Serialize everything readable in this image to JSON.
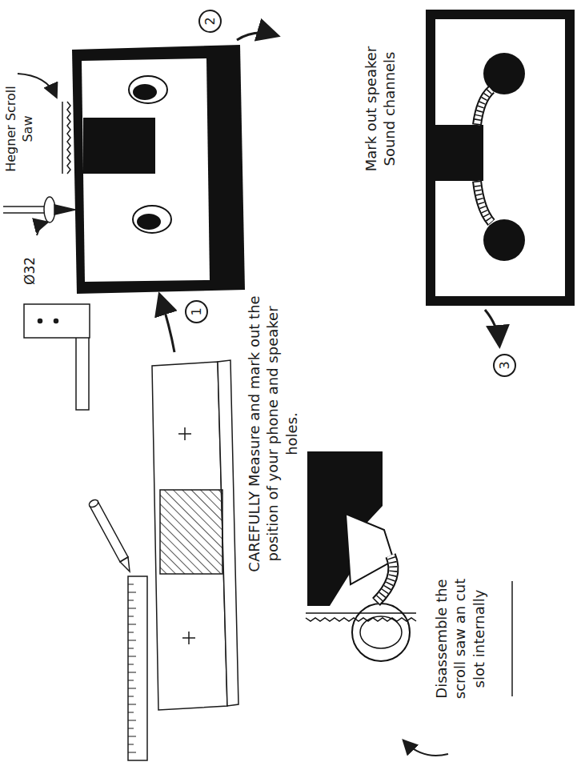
{
  "diagram": {
    "labels": [
      "Hegner Scroll Saw",
      "Ø32",
      "2",
      "Mark out speaker Sound channels",
      "1",
      "CAREFULLY Measure and mark out the position of your phone and speaker holes.",
      "3",
      "Disassemble the scroll saw an cut slot internally"
    ]
  }
}
